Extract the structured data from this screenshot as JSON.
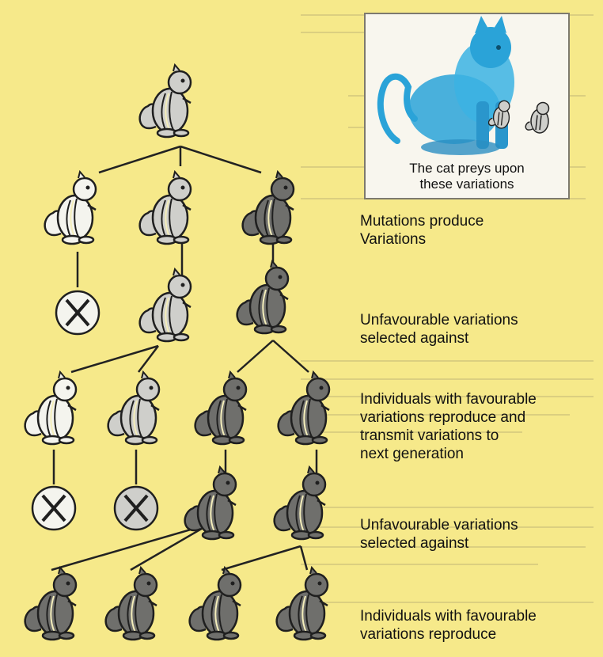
{
  "cat_caption_line1": "The cat preys upon",
  "cat_caption_line2": "these variations",
  "labels": [
    {
      "line1": "Mutations produce",
      "line2": "Variations",
      "line3": ""
    },
    {
      "line1": "Unfavourable variations",
      "line2": "selected against",
      "line3": ""
    },
    {
      "line1": "Individuals with favourable",
      "line2": "variations reproduce and",
      "line3": "transmit variations to",
      "line4": "next generation"
    },
    {
      "line1": "Unfavourable variations",
      "line2": "selected against",
      "line3": ""
    },
    {
      "line1": "Individuals with favourable",
      "line2": "variations reproduce",
      "line3": ""
    }
  ],
  "colors": {
    "background": "#f6e98a",
    "light_chipmunk": "#f4f4ee",
    "medium_chipmunk": "#cfcfcb",
    "dark_chipmunk": "#6f6f6c",
    "cat": "#2aa3d8"
  }
}
